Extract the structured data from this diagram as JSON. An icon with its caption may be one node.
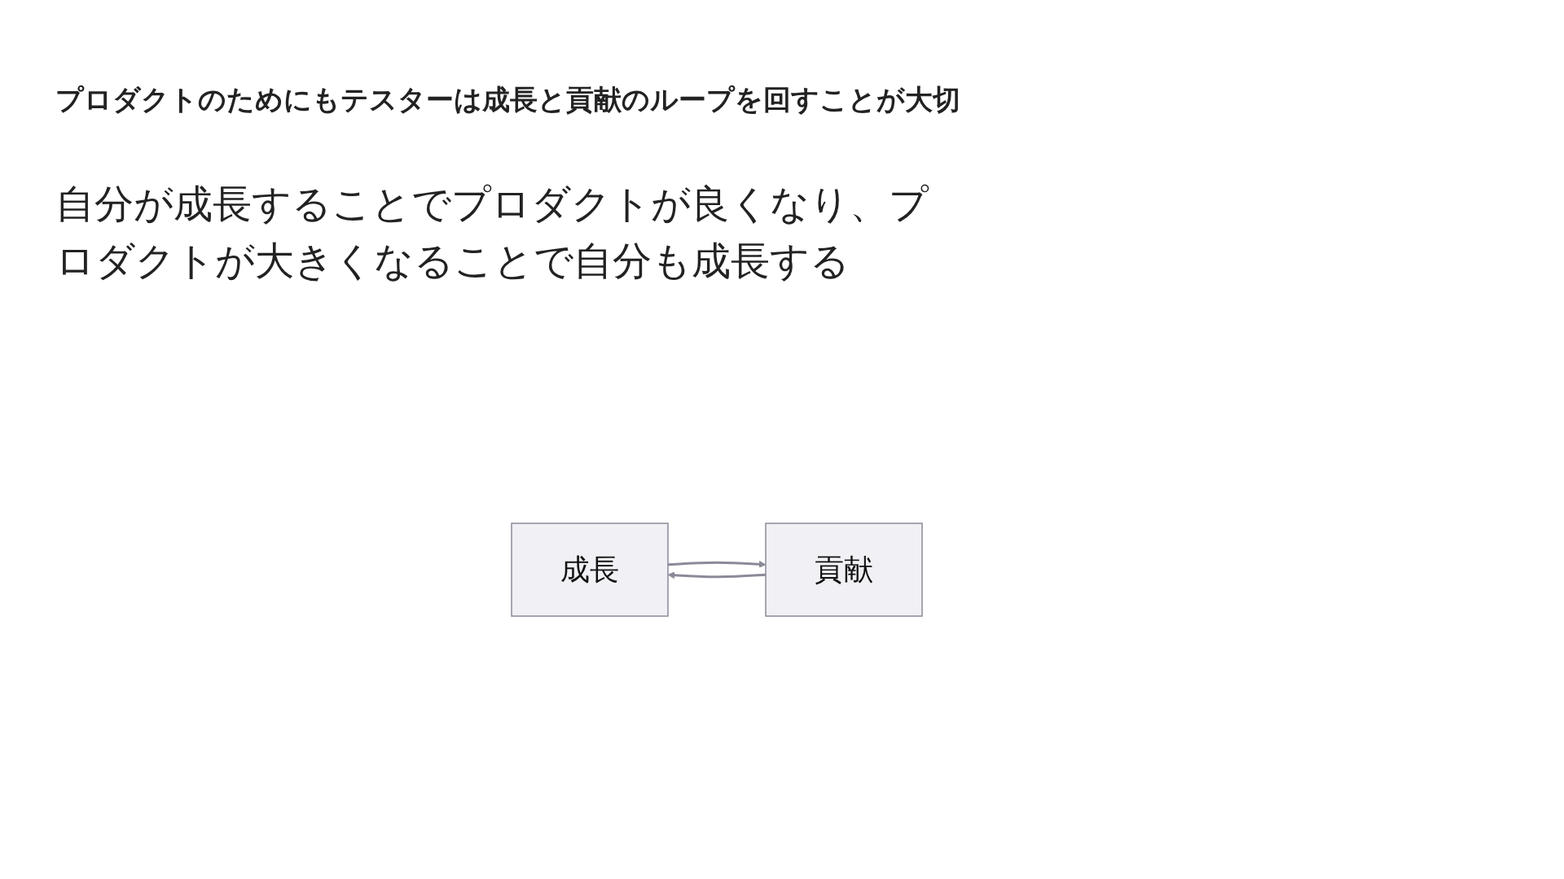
{
  "diagram": {
    "title": "プロダクトのためにもテスターは成長と貢献のループを回すことが大切",
    "nodes": [
      {
        "text": [
          "成長"
        ]
      },
      {
        "text": [
          "貢献"
        ]
      }
    ],
    "edges": [
      {
        "from": 0,
        "to": 1,
        "arrow": "to"
      },
      {
        "from": 1,
        "to": 0,
        "arrow": "to"
      }
    ],
    "labels": [
      "自分が成長することでプロダクトが良くなり、プロダクトが大きくなることで自分も成長する"
    ]
  }
}
